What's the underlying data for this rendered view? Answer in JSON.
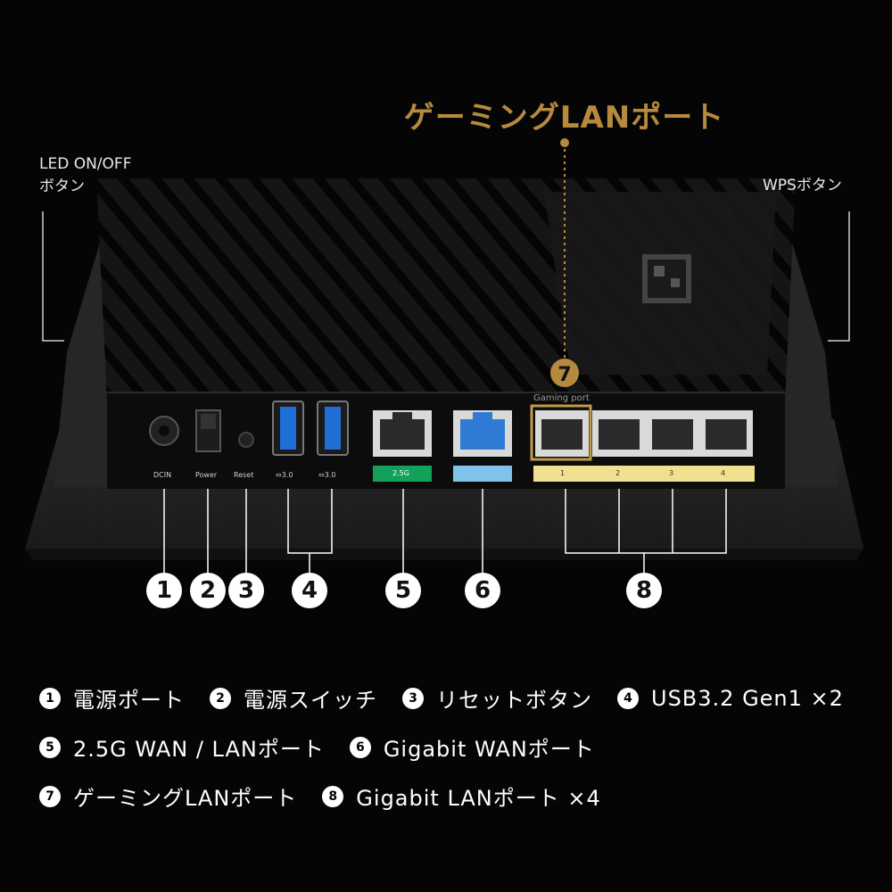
{
  "callout_gaming": {
    "label": "ゲーミングLANポート"
  },
  "side_labels": {
    "led": {
      "line1": "LED ON/OFF",
      "line2": "ボタン"
    },
    "wps": {
      "label": "WPSボタン"
    }
  },
  "port_labels": {
    "dcin": "DCIN",
    "power": "Power",
    "reset": "Reset",
    "usb1": "⇔3.0",
    "usb2": "⇔3.0",
    "wan25": "2.5G",
    "gaming_port": "Gaming port",
    "lan1": "1",
    "lan2": "2",
    "lan3": "3",
    "lan4": "4"
  },
  "numbers": [
    "1",
    "2",
    "3",
    "4",
    "5",
    "6",
    "7",
    "8"
  ],
  "colors": {
    "gold": "#b58a3e",
    "wan25_green": "#12a05a",
    "wan_blue": "#7fc3ea",
    "lan_yellow": "#f1e08e"
  },
  "legend": {
    "row1": [
      {
        "num": "1",
        "text": "電源ポート"
      },
      {
        "num": "2",
        "text": "電源スイッチ"
      },
      {
        "num": "3",
        "text": "リセットボタン"
      },
      {
        "num": "4",
        "text": "USB3.2 Gen1 ×2"
      }
    ],
    "row2": [
      {
        "num": "5",
        "text": "2.5G WAN / LANポート"
      },
      {
        "num": "6",
        "text": "Gigabit WANポート"
      }
    ],
    "row3": [
      {
        "num": "7",
        "text": "ゲーミングLANポート"
      },
      {
        "num": "8",
        "text": "Gigabit LANポート ×4"
      }
    ]
  }
}
